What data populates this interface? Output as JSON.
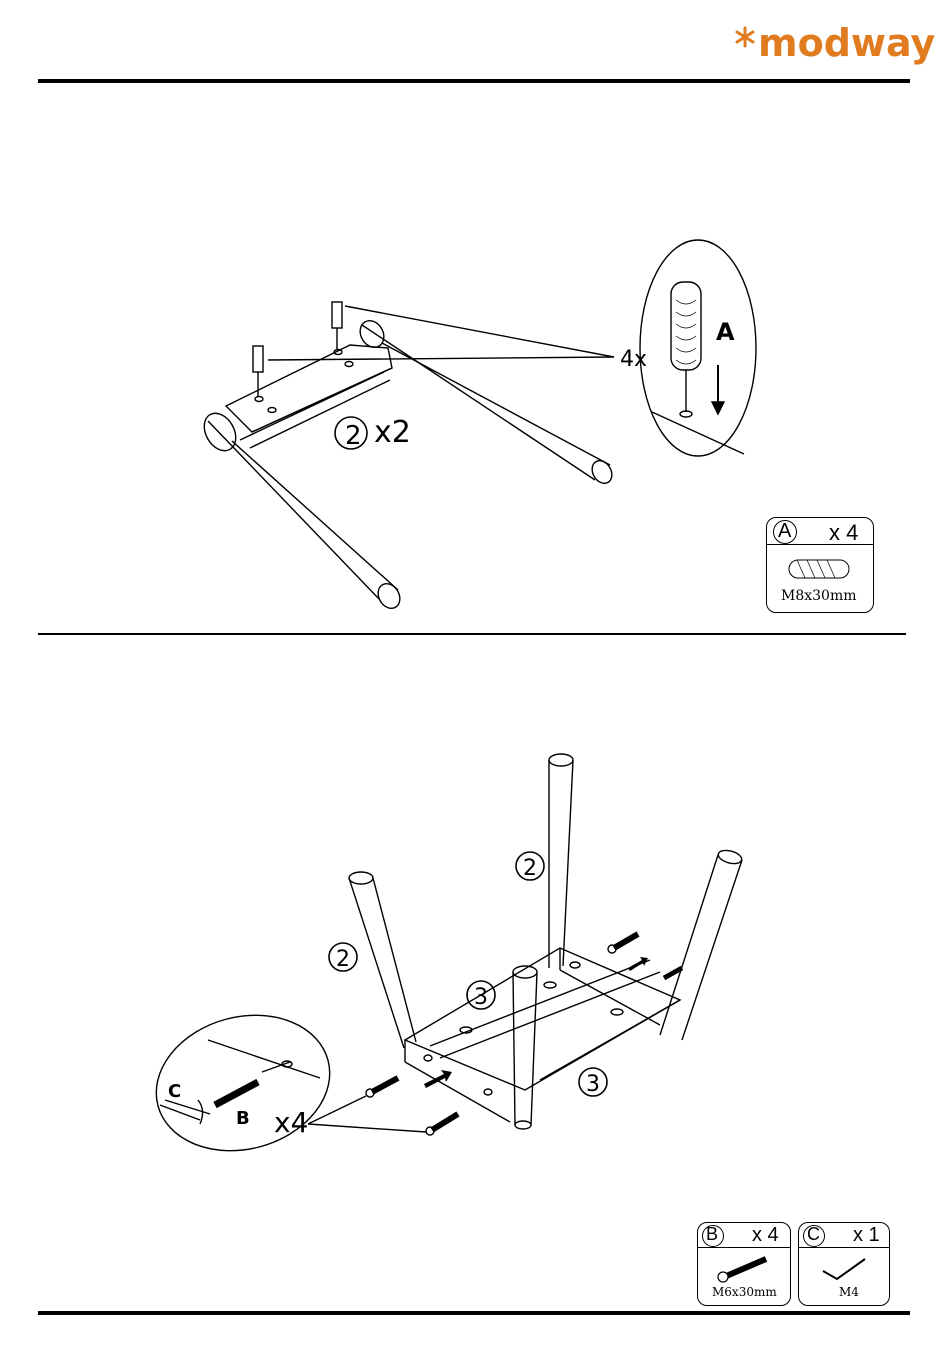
{
  "brand": {
    "name": "modway",
    "accent": "#e07b1f"
  },
  "step1": {
    "part_callout": "x2",
    "part_number": "2",
    "dowel_count": "4x",
    "detail_letter": "A",
    "hardware": {
      "letter": "A",
      "qty": "x 4",
      "spec": "M8x30mm"
    }
  },
  "step2": {
    "leg_labels": [
      "2",
      "2"
    ],
    "rail_labels": [
      "3",
      "3"
    ],
    "screw_count": "x4",
    "detail_tool": "C",
    "detail_screw": "B",
    "hardware": [
      {
        "letter": "B",
        "qty": "x 4",
        "spec": "M6x30mm",
        "icon": "bolt-icon"
      },
      {
        "letter": "C",
        "qty": "x 1",
        "spec": "M4",
        "icon": "allen-key-icon"
      }
    ]
  }
}
